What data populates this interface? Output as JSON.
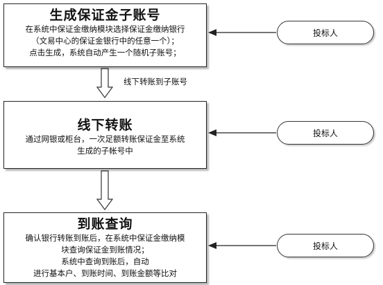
{
  "steps": [
    {
      "title": "生成保证金子账号",
      "lines": [
        "在系统中保证金缴纳模块选择保证金缴纳银行",
        "（文易中心的保证金银行中的任意一个）；",
        "点击生成，系统自动产生一个随机子账号；"
      ]
    },
    {
      "title": "线下转账",
      "lines": [
        "通过网银或柜台，一次足额转账保证金至系统",
        "生成的子帐号中"
      ]
    },
    {
      "title": "到账查询",
      "lines": [
        "确认银行转账到账后，在系统中保证金缴纳模",
        "块查询保证金到账情况；",
        "系统中查询到账后，自动",
        "进行基本户、到账时间、到账金额等比对"
      ]
    }
  ],
  "actors": [
    {
      "label": "投标人"
    },
    {
      "label": "投标人"
    },
    {
      "label": "投标人"
    }
  ],
  "connector_label": "线下转账到子账号"
}
